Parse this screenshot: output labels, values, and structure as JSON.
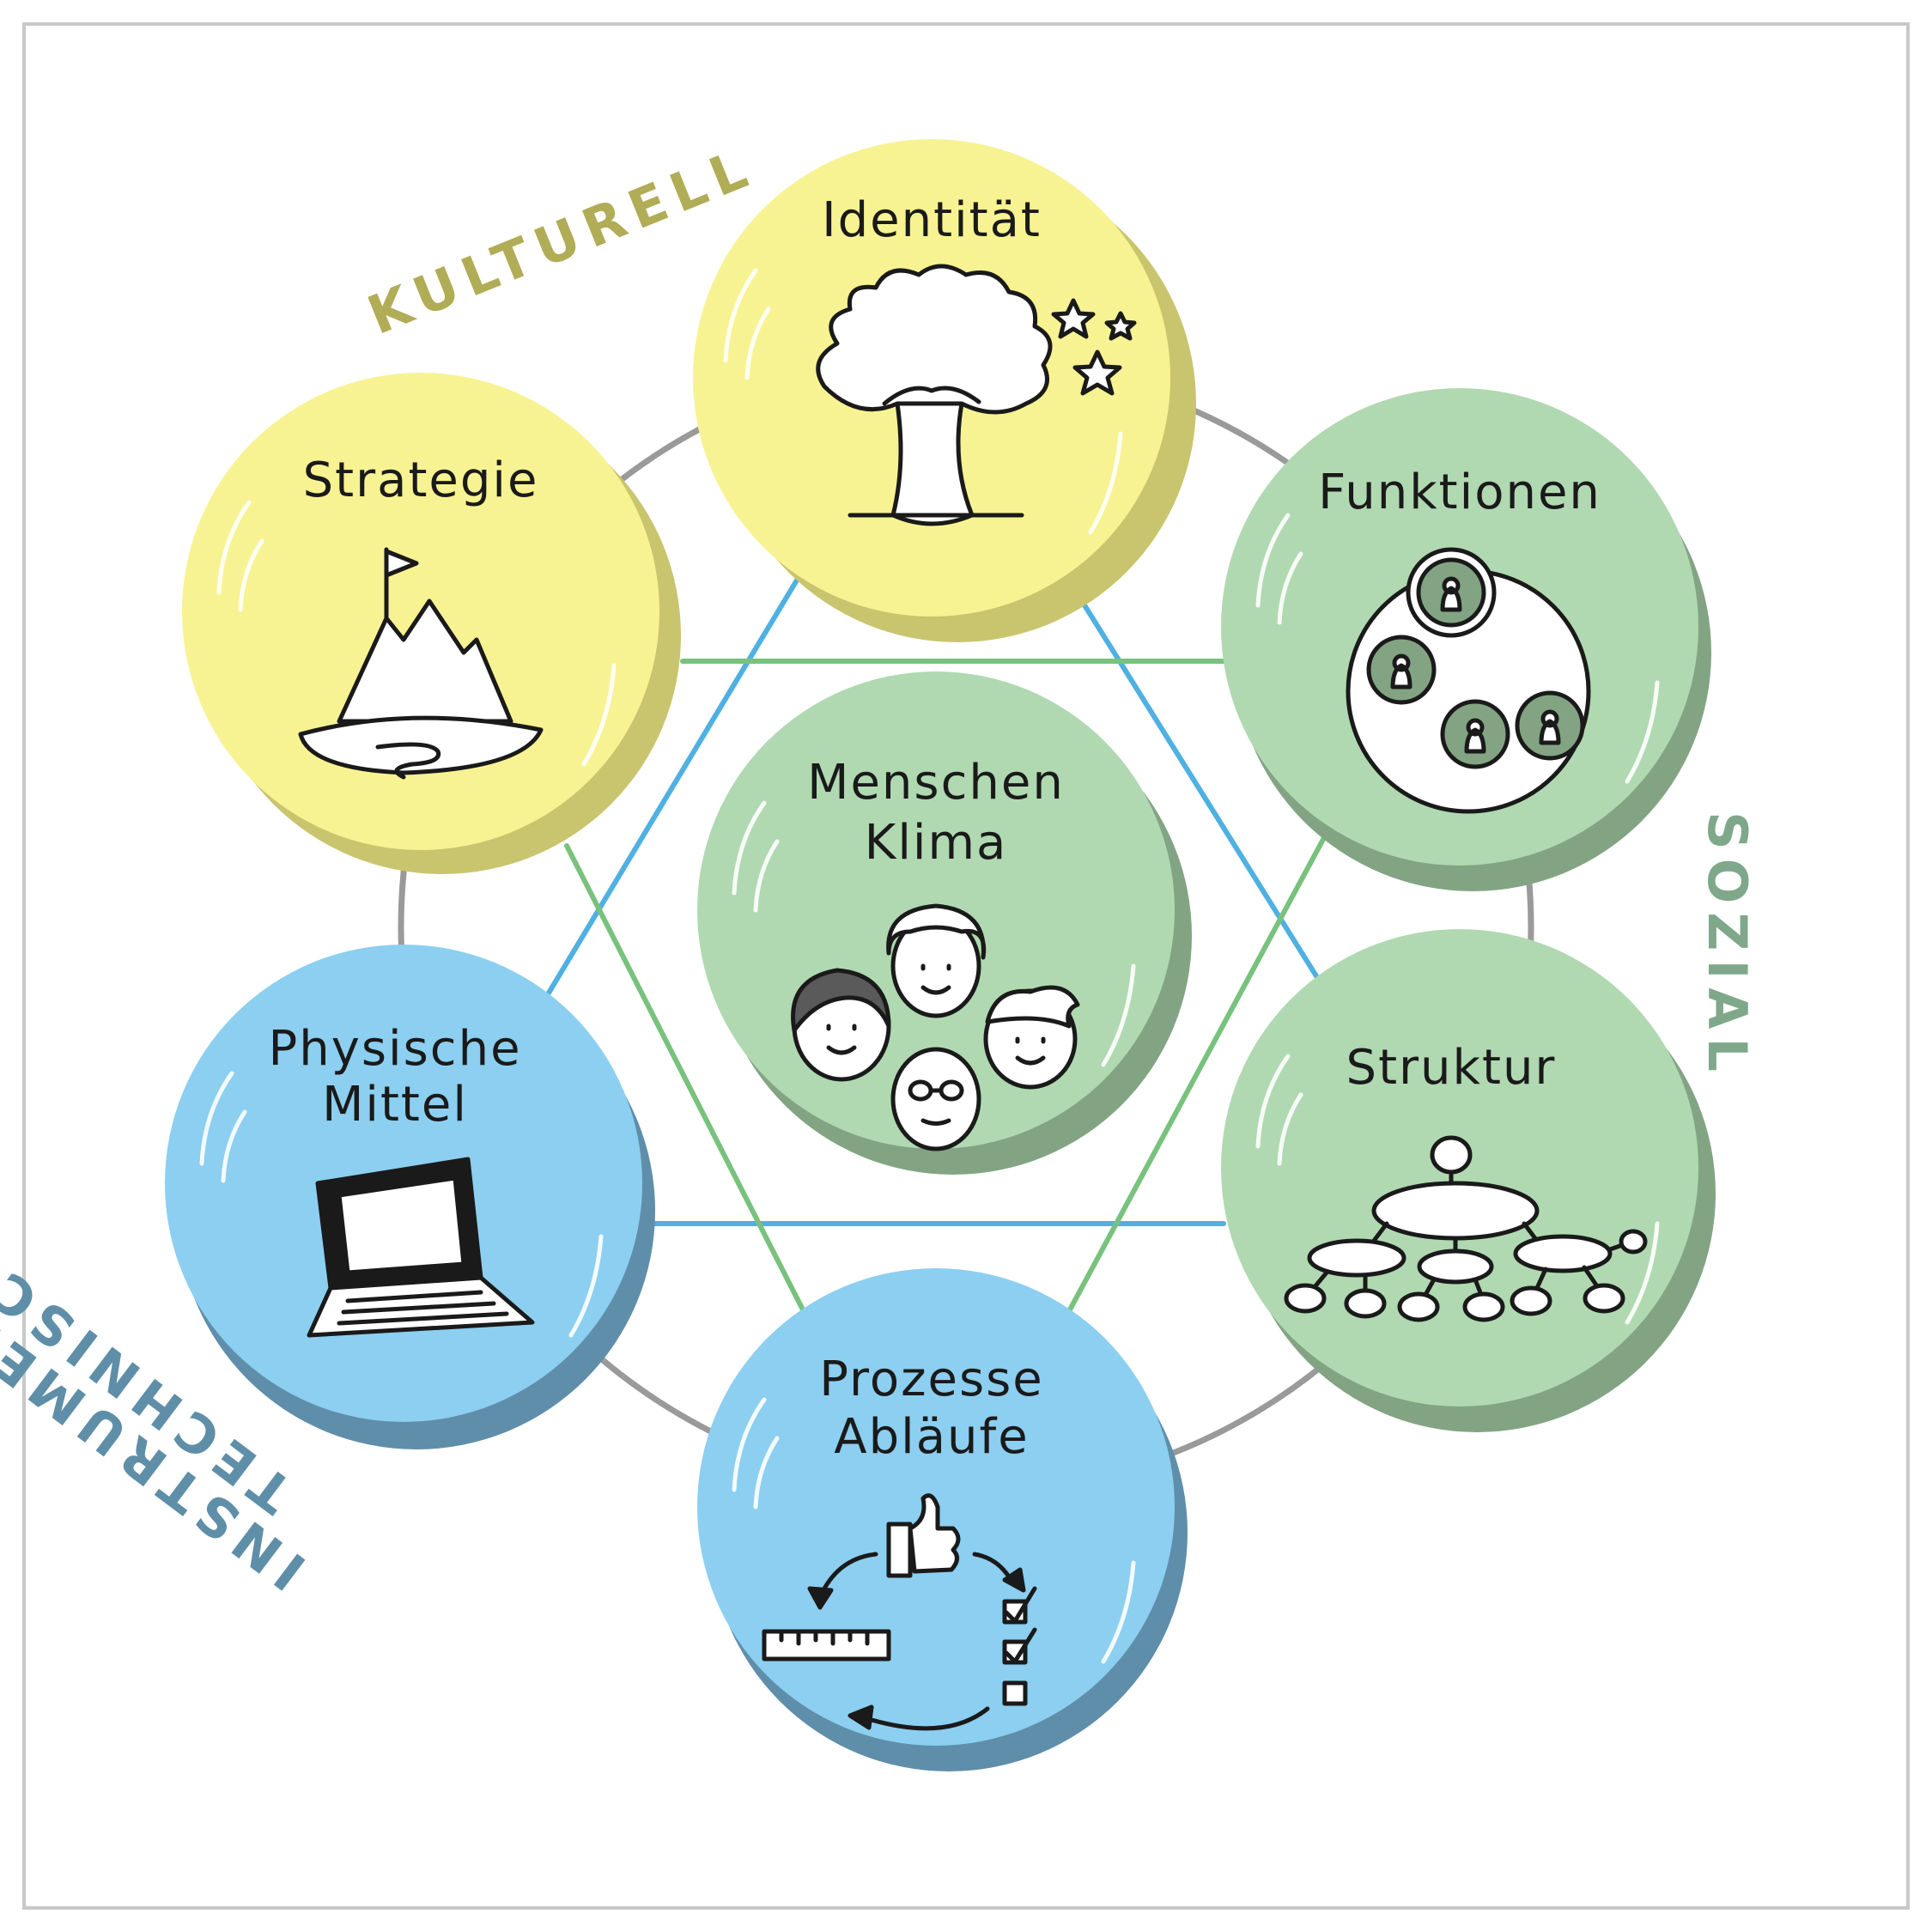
{
  "dimensions": {
    "kulturell": "KULTURELL",
    "sozial": "SOZIAL",
    "technisch_line1": "TECHNISCH-",
    "technisch_line2": "INSTRUMENTELL"
  },
  "nodes": {
    "identitaet": {
      "title": "Identität",
      "icon": "tree-with-stars-icon"
    },
    "strategie": {
      "title": "Strategie",
      "icon": "mountain-flag-path-icon"
    },
    "funktionen": {
      "title": "Funktionen",
      "icon": "people-roles-circle-icon"
    },
    "menschen": {
      "line1": "Menschen",
      "line2": "Klima",
      "icon": "four-faces-icon"
    },
    "physische": {
      "line1": "Physische",
      "line2": "Mittel",
      "icon": "laptop-icon"
    },
    "struktur": {
      "title": "Struktur",
      "icon": "org-structure-icon"
    },
    "prozesse": {
      "line1": "Prozesse",
      "line2": "Abläufe",
      "icon": "process-cycle-checklist-icon"
    }
  },
  "colors": {
    "yellow": "#f7f392",
    "yellow_shadow": "#c9c56e",
    "green": "#b0d9b1",
    "green_shadow": "#83a483",
    "blue": "#8ccff0",
    "blue_shadow": "#5f8eab",
    "blue_line": "#4fb0e2",
    "green_line": "#78c27d",
    "label_kulturell": "#b1ac56",
    "label_sozial": "#7fa88a",
    "label_technisch": "#5f8fa8"
  }
}
